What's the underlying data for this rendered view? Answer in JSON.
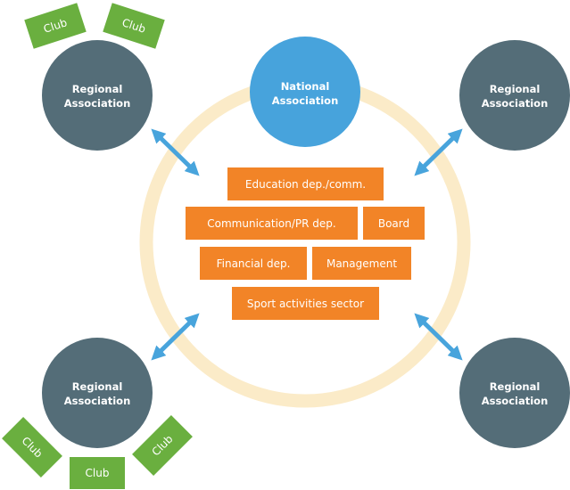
{
  "colors": {
    "ring": "#fbebc8",
    "national": "#47a3dc",
    "regional": "#546d78",
    "department": "#f28427",
    "club": "#6aaf3f",
    "arrow": "#48a4dc",
    "text": "#ffffff"
  },
  "national": {
    "line1": "National",
    "line2": "Association"
  },
  "regionals": [
    {
      "id": "top-left",
      "line1": "Regional",
      "line2": "Association"
    },
    {
      "id": "top-right",
      "line1": "Regional",
      "line2": "Association"
    },
    {
      "id": "bottom-left",
      "line1": "Regional",
      "line2": "Association"
    },
    {
      "id": "bottom-right",
      "line1": "Regional",
      "line2": "Association"
    }
  ],
  "departments": [
    {
      "id": "education",
      "label": "Education dep./comm."
    },
    {
      "id": "communication",
      "label": "Communication/PR dep."
    },
    {
      "id": "board",
      "label": "Board"
    },
    {
      "id": "financial",
      "label": "Financial dep."
    },
    {
      "id": "management",
      "label": "Management"
    },
    {
      "id": "sport",
      "label": "Sport activities sector"
    }
  ],
  "clubs": [
    {
      "id": "top-left-1",
      "label": "Club"
    },
    {
      "id": "top-left-2",
      "label": "Club"
    },
    {
      "id": "bottom-left-1",
      "label": "Club"
    },
    {
      "id": "bottom-left-2",
      "label": "Club"
    },
    {
      "id": "bottom-left-3",
      "label": "Club"
    }
  ],
  "connections": [
    {
      "from": "national",
      "to": "top-left",
      "type": "bidirectional"
    },
    {
      "from": "national",
      "to": "top-right",
      "type": "bidirectional"
    },
    {
      "from": "national",
      "to": "bottom-left",
      "type": "bidirectional"
    },
    {
      "from": "national",
      "to": "bottom-right",
      "type": "bidirectional"
    }
  ]
}
